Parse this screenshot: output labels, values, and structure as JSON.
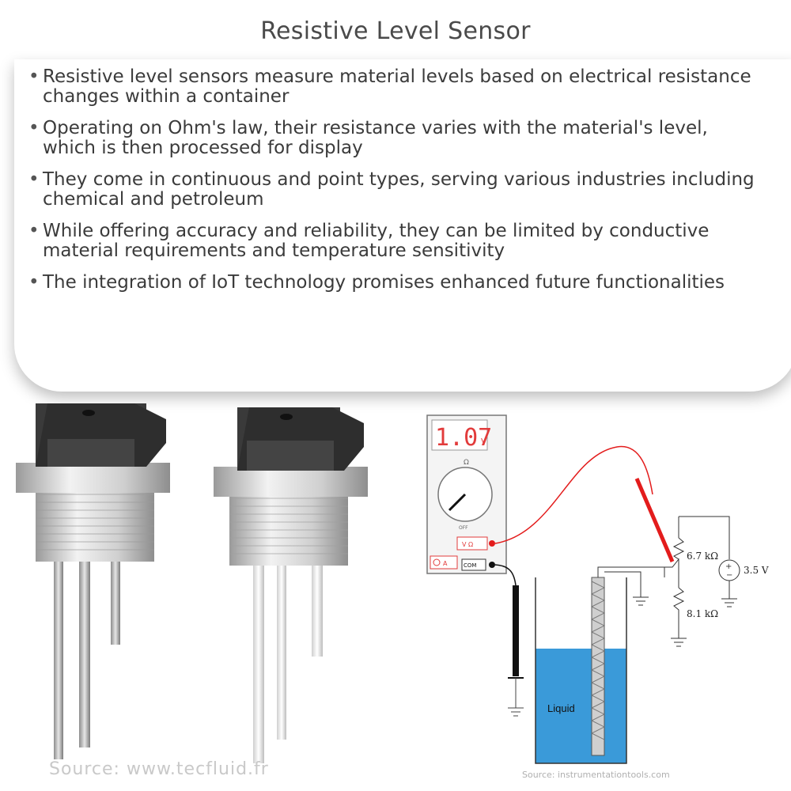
{
  "title": "Resistive Level Sensor",
  "bullets": [
    "Resistive level sensors measure material levels based on electrical resistance changes within a container",
    "Operating on Ohm's law, their resistance varies with the material's level, which is then processed for display",
    "They come in continuous and point types, serving various industries including chemical and petroleum",
    "While offering accuracy and reliability, they can be limited by conductive material requirements and temperature sensitivity",
    "The integration of IoT technology promises enhanced future functionalities"
  ],
  "figure_left": {
    "source": "Source: www.tecfluid.fr"
  },
  "figure_right": {
    "meter_reading": "1.07",
    "meter_unit": "V",
    "dial_label_ohm": "Ω",
    "dial_label_off": "OFF",
    "port_v": "V Ω",
    "port_com": "COM",
    "port_a": "A",
    "resistor_top": "6.7 kΩ",
    "resistor_bottom": "8.1 kΩ",
    "source_voltage": "3.5 V",
    "liquid_label": "Liquid",
    "source": "Source: instrumentationtools.com"
  },
  "colors": {
    "meter_red": "#e23b3b",
    "probe_red": "#e31c1c",
    "liquid_blue": "#3a9ad9",
    "housing_dark": "#3a3a3a",
    "metal": "#c8c8c8"
  }
}
